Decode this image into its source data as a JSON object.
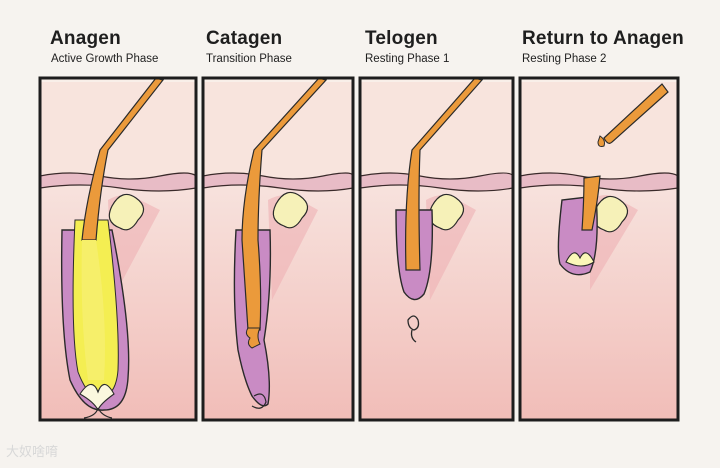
{
  "panels": [
    {
      "title": "Anagen",
      "subtitle": "Active Growth Phase"
    },
    {
      "title": "Catagen",
      "subtitle": "Transition Phase"
    },
    {
      "title": "Telogen",
      "subtitle": "Resting Phase 1"
    },
    {
      "title": "Return to Anagen",
      "subtitle": "Resting Phase 2"
    }
  ],
  "watermark": "大奴啥唷",
  "colors": {
    "hair": "#e99a3a",
    "bulb_anagen": "#f5ee5a",
    "sheath": "#c47ab8",
    "skin": "#f4c7c2",
    "frame": "#1d1d1d"
  }
}
